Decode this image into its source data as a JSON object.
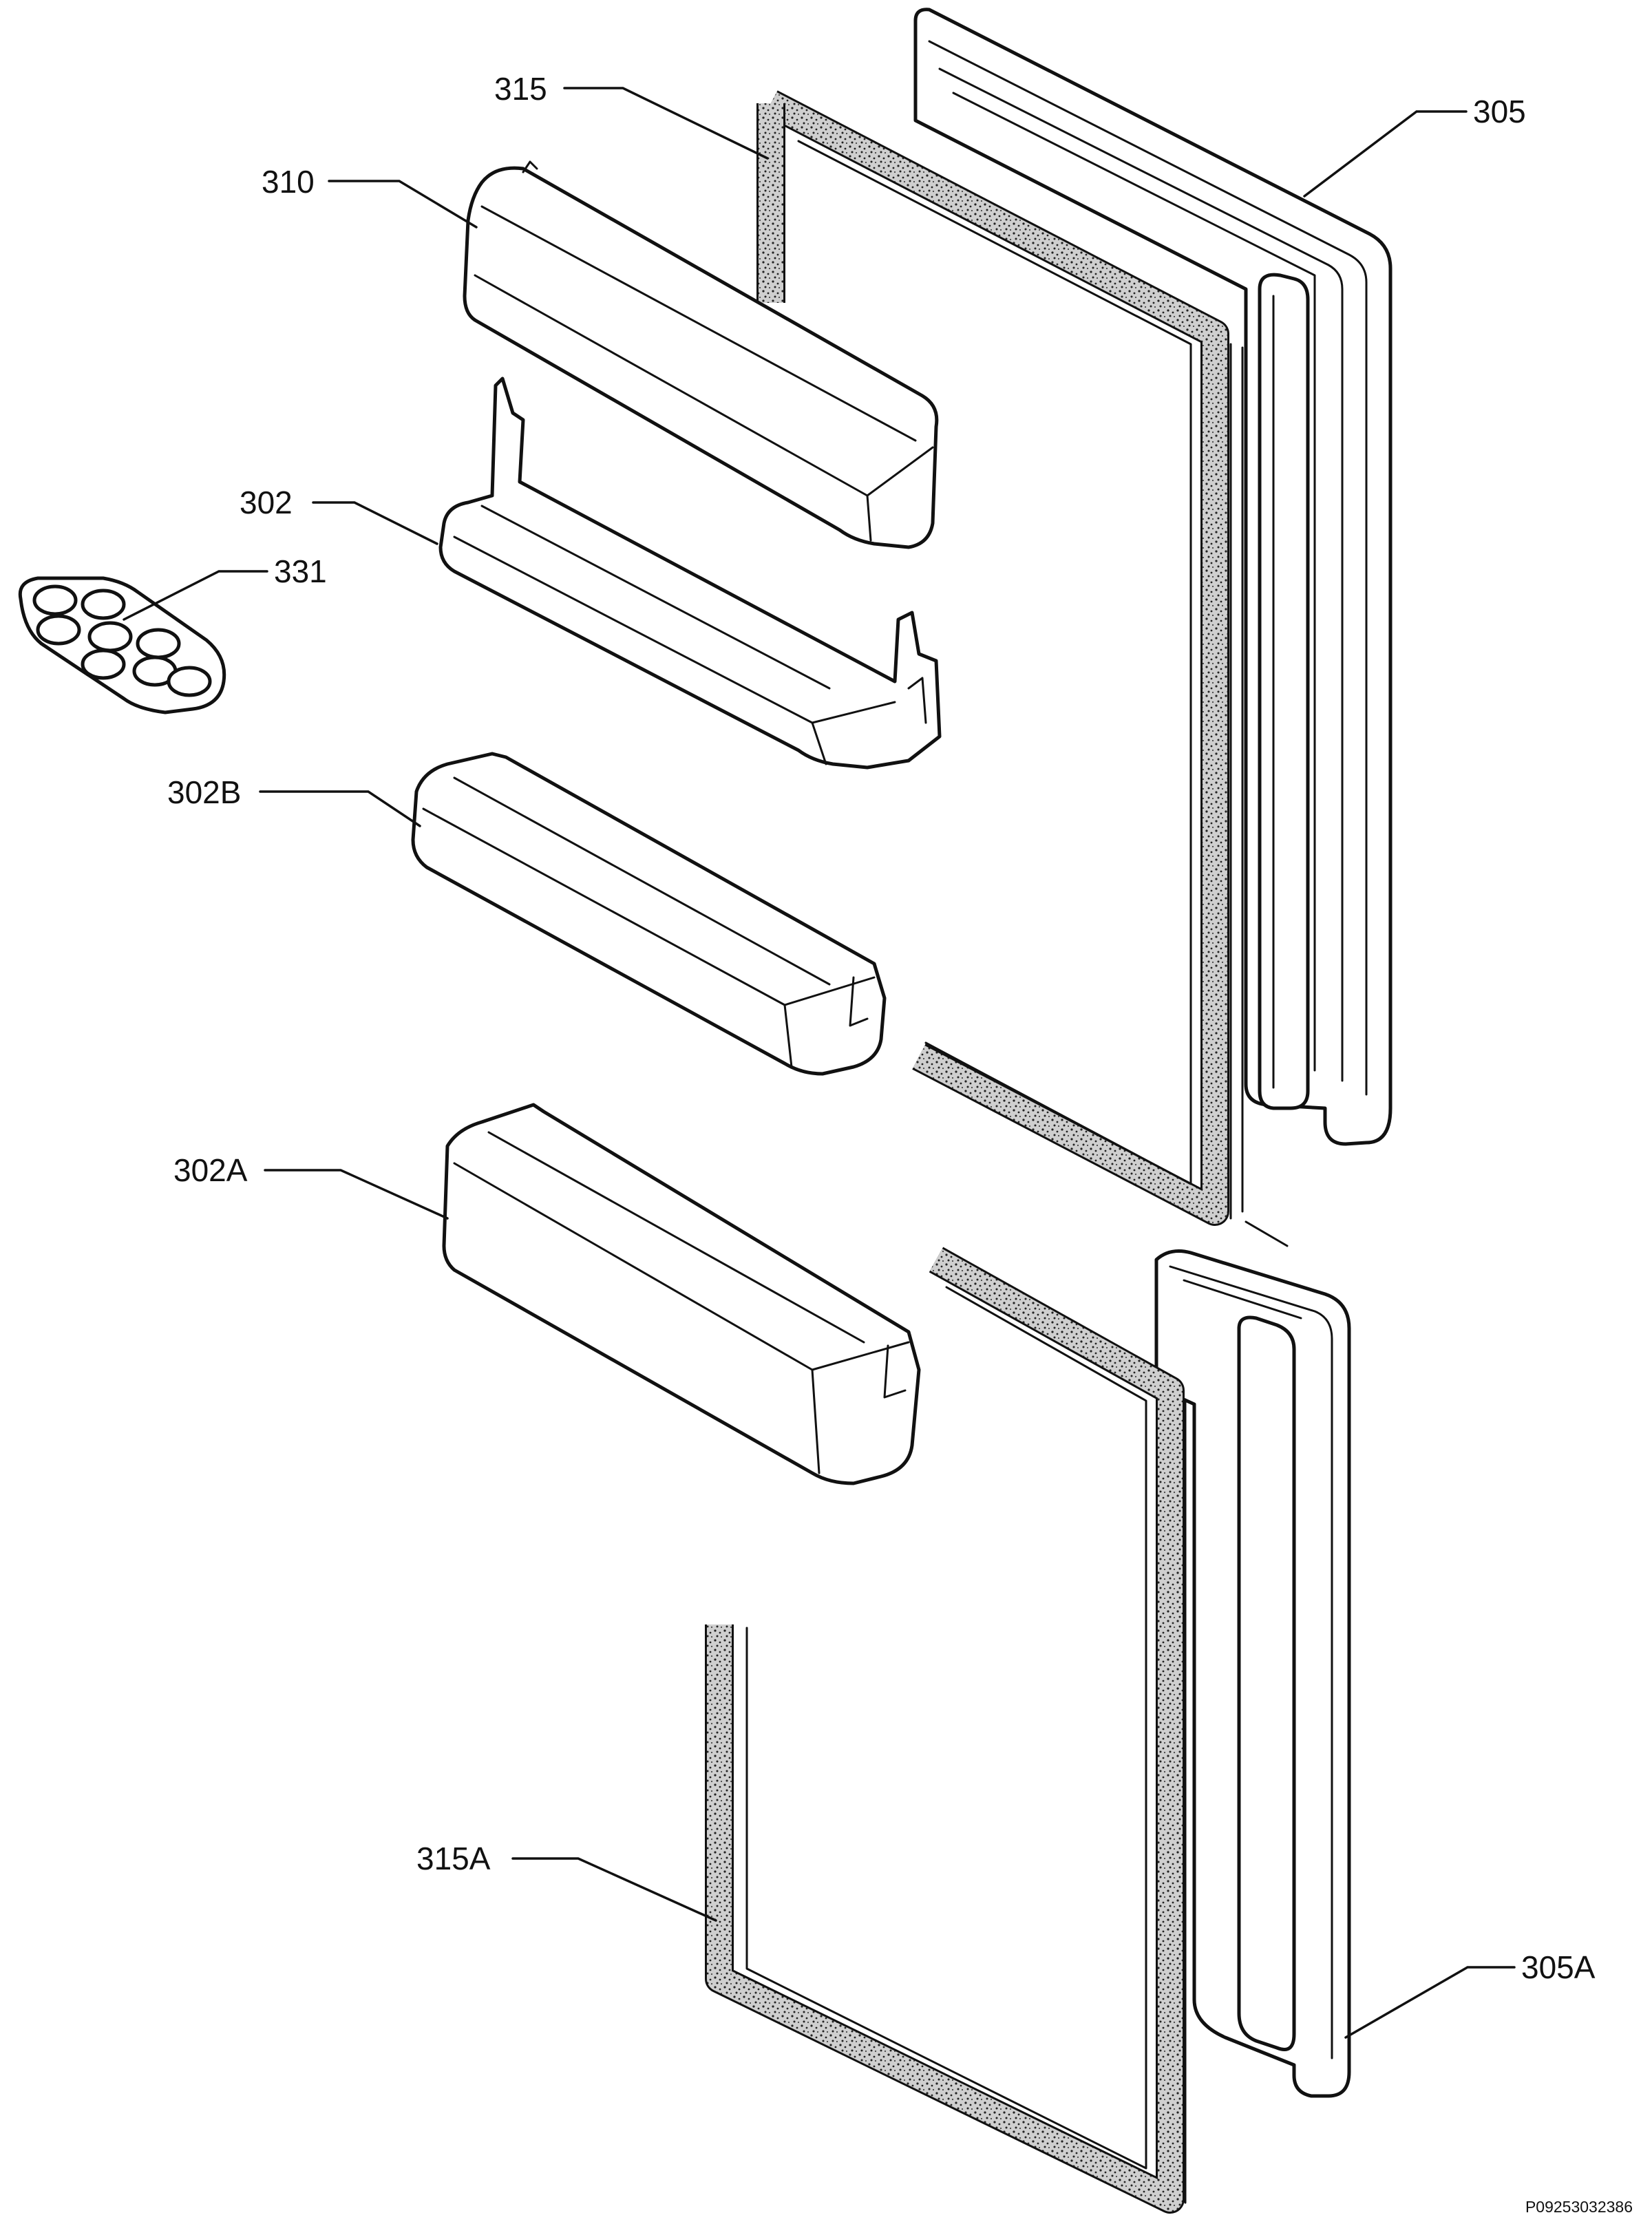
{
  "diagram": {
    "callouts": [
      {
        "id": "c315",
        "label": "315"
      },
      {
        "id": "c305",
        "label": "305"
      },
      {
        "id": "c310",
        "label": "310"
      },
      {
        "id": "c302",
        "label": "302"
      },
      {
        "id": "c331",
        "label": "331"
      },
      {
        "id": "c302b",
        "label": "302B"
      },
      {
        "id": "c302a",
        "label": "302A"
      },
      {
        "id": "c315a",
        "label": "315A"
      },
      {
        "id": "c305a",
        "label": "305A"
      }
    ],
    "document_id": "P09253032386"
  }
}
